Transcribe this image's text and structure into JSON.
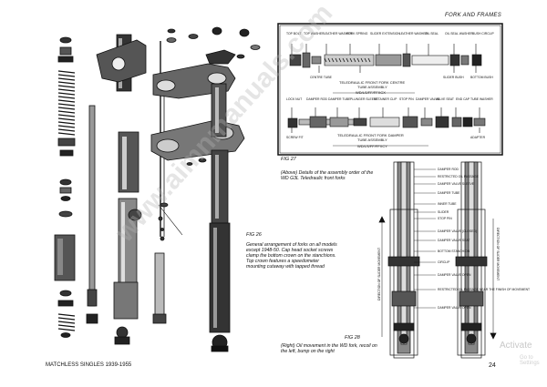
{
  "header": {
    "section_title": "FORK AND FRAMES"
  },
  "footer": {
    "book_title": "MATCHLESS SINGLES 1939-1955",
    "page_number": "24"
  },
  "fig26": {
    "label": "FIG 26",
    "caption": "General arrangement of forks on all models except 1948-50. Cap head socket screws clamp the bottom crown on the stanchions. Top crown features a speedometer mounting cutaway with tapped thread"
  },
  "fig27": {
    "label": "FIG 27",
    "caption": "(Above) Details of the assembly order of the WD G3L Teledraulic front forks",
    "centre_title": "TELEDRAULIC FRONT FORK CENTRE",
    "centre_sub": "TUBE ASSEMBLY",
    "centre_part": "WD/LS/FF/FFXCX",
    "damper_title": "TELEDRAULIC FRONT FORK DAMPER",
    "damper_sub": "TUBE ASSEMBLY",
    "damper_part": "WD/LS/FF/FFXCY",
    "top_labels": [
      "TOP BOLT",
      "TOP WASHER",
      "LEATHER WASHER",
      "FORK SPRING",
      "SLIDER EXTENSION",
      "LEATHER WASHER",
      "OIL SEAL",
      "OIL SEAL WASHER",
      "BUSH CIRCLIP"
    ],
    "mid_labels": [
      "CENTRE TUBE",
      "SLIDER BUSH",
      "BOTTOM BUSH"
    ],
    "bottom_labels": [
      "LOCK NUT",
      "DAMPER ROD",
      "DAMPER TUBE",
      "PLUNGER SLEEVE",
      "RETAINER CLIP",
      "STOP PIN",
      "DAMPER VALVE",
      "VALVE SEAT",
      "END CAP",
      "TUBE WASHER"
    ],
    "small_labels": [
      "SCREW FIT",
      "ADAPTER"
    ]
  },
  "fig28": {
    "label": "FIG 28",
    "caption": "(Right) Oil movement in the WD fork, recoil on the left, bump on the right",
    "labels": [
      "DAMPER ROD",
      "RESTRICTED OIL PASSAGE",
      "DAMPER VALVE SLEEVE",
      "DAMPER TUBE",
      "INNER TUBE",
      "SLIDER",
      "STOP PIN",
      "DAMPER VALVE (CLOSED)",
      "DAMPER VALVE SEAT",
      "BOTTOM STANCHION",
      "CIRCLIP",
      "DAMPER VALVE OPEN",
      "RESTRICTED OIL PASSAGE NEAR THE FINISH OF MOVEMENT",
      "DAMPER VALVE OPEN"
    ],
    "side_left": "DIRECTION OF SLIDER MOVEMENT",
    "side_right": "DIRECTION OF SLIDER MOVEMENT"
  },
  "watermark": "www.aimnmanuals.com",
  "os_notice": {
    "line1": "Activate",
    "line2": "Go to Settings"
  }
}
